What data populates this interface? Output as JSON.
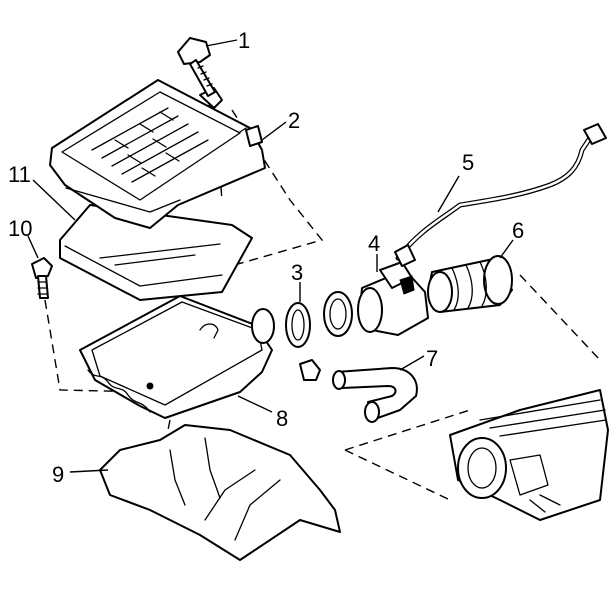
{
  "callouts": {
    "c1": "1",
    "c2": "2",
    "c3": "3",
    "c4": "4",
    "c5": "5",
    "c6": "6",
    "c7": "7",
    "c8": "8",
    "c9": "9",
    "c10": "10",
    "c11": "11"
  },
  "colors": {
    "line": "#000000",
    "background": "#ffffff"
  }
}
